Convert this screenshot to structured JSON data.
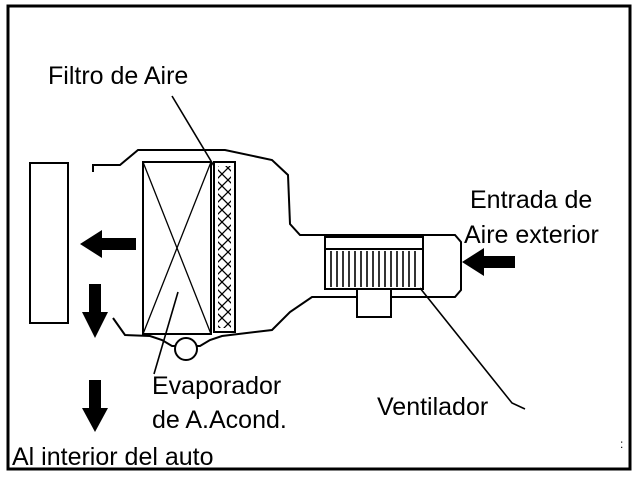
{
  "labels": {
    "filter": "Filtro de Aire",
    "inlet_line1": "Entrada de",
    "inlet_line2": "Aire exterior",
    "evaporator_line1": "Evaporador",
    "evaporator_line2": "de A.Acond.",
    "fan": "Ventilador",
    "outlet": "Al interior del auto"
  }
}
